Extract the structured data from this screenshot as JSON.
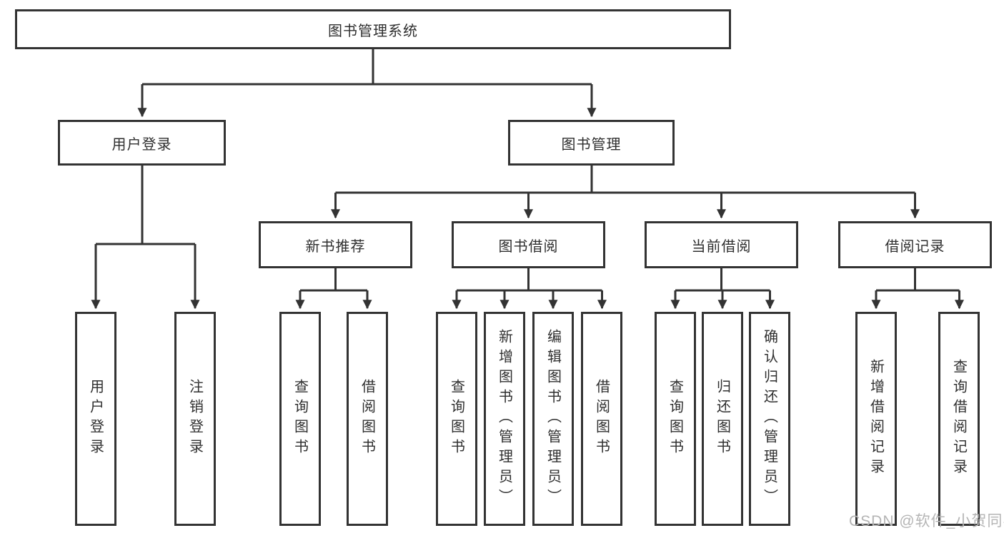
{
  "diagram": {
    "title": "图书管理系统",
    "branches": [
      {
        "label": "用户登录",
        "leaves": [
          "用户登录",
          "注销登录"
        ]
      },
      {
        "label": "图书管理",
        "groups": [
          {
            "label": "新书推荐",
            "leaves": [
              "查询图书",
              "借阅图书"
            ]
          },
          {
            "label": "图书借阅",
            "leaves": [
              "查询图书",
              "新增图书（管理员）",
              "编辑图书（管理员）",
              "借阅图书"
            ]
          },
          {
            "label": "当前借阅",
            "leaves": [
              "查询图书",
              "归还图书",
              "确认归还（管理员）"
            ]
          },
          {
            "label": "借阅记录",
            "leaves": [
              "新增借阅记录",
              "查询借阅记录"
            ]
          }
        ]
      }
    ]
  },
  "watermark": {
    "text": "CSDN @软件_小贺同学"
  },
  "colors": {
    "line": "#333333",
    "box_border": "#333333",
    "box_fill": "#ffffff",
    "text": "#2f2f2f",
    "watermark": "#b5b5b5",
    "background": "#ffffff"
  }
}
